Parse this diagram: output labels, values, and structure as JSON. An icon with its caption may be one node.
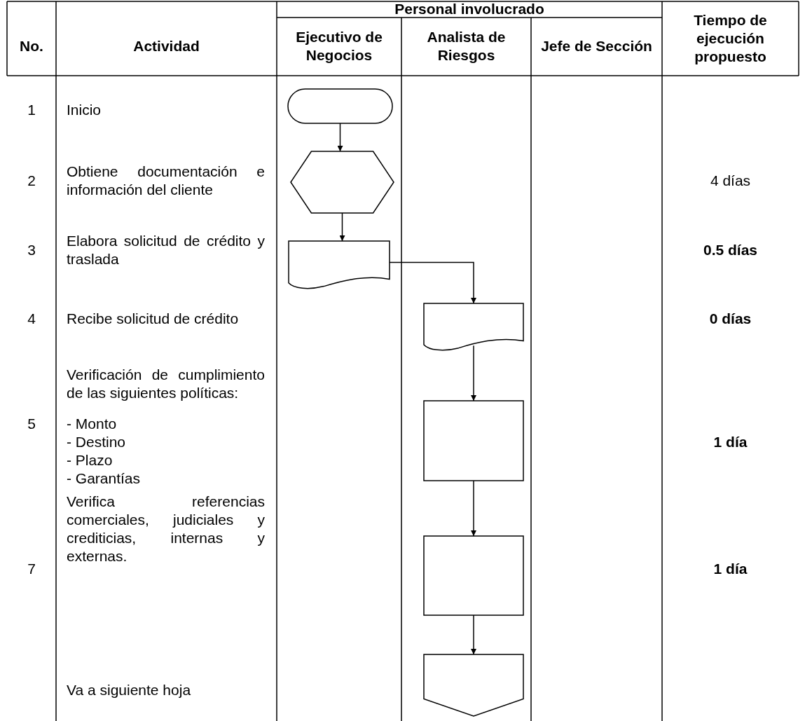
{
  "diagram": {
    "nodes": [
      {
        "text": [],
        "shape": "terminal"
      },
      {
        "text": [],
        "shape": "hexagon"
      },
      {
        "text": [],
        "shape": "document"
      },
      {
        "text": [],
        "shape": "document"
      },
      {
        "text": [],
        "shape": "box"
      },
      {
        "text": [],
        "shape": "box"
      },
      {
        "text": [],
        "shape": "pentagon"
      }
    ],
    "edges": [
      {
        "from": 0,
        "to": 1,
        "arrow": "to"
      },
      {
        "from": 1,
        "to": 2,
        "arrow": "to"
      },
      {
        "from": 2,
        "to": 3,
        "arrow": "to"
      },
      {
        "from": 3,
        "to": 4,
        "arrow": "to"
      },
      {
        "from": 4,
        "to": 5,
        "arrow": "to"
      },
      {
        "from": 5,
        "to": 6,
        "arrow": "to"
      }
    ],
    "labels": [
      "Personal involucrado",
      "Tiempo de ejecución propuesto",
      "No.",
      "Actividad",
      "Ejecutivo de Negocios",
      "Analista de Riesgos",
      "Jefe de Sección",
      "1",
      "Inicio",
      "2",
      "Obtiene documentación e información del cliente",
      "4 días",
      "3",
      "Elabora solicitud de crédito y traslada",
      "0.5 días",
      "4",
      "Recibe solicitud de crédito",
      "0 días",
      "Verificación de cumplimiento de las siguientes políticas:",
      "5",
      "- Monto",
      "- Destino",
      "1 día",
      "- Plazo",
      "- Garantías",
      "Verifica referencias comerciales, judiciales y crediticias, internas y externas.",
      "7",
      "1 día",
      "Va a siguiente hoja"
    ]
  }
}
